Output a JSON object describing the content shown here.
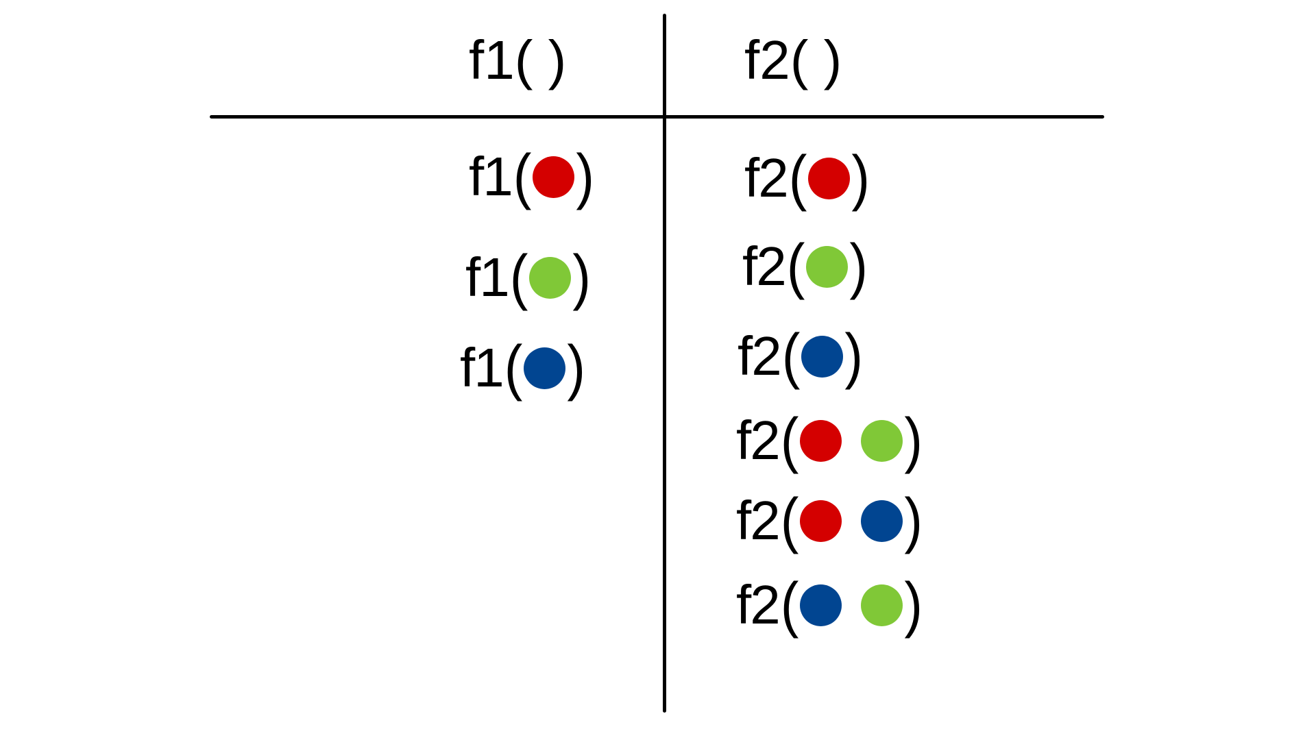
{
  "colors": {
    "red": "#d40000",
    "green": "#80c837",
    "blue": "#014591",
    "line": "#000000"
  },
  "headers": {
    "left": "f1( )",
    "right": "f2( )"
  },
  "left_column": [
    {
      "fn": "f1",
      "dots": [
        "red"
      ]
    },
    {
      "fn": "f1",
      "dots": [
        "green"
      ]
    },
    {
      "fn": "f1",
      "dots": [
        "blue"
      ]
    }
  ],
  "right_column": [
    {
      "fn": "f2",
      "dots": [
        "red"
      ]
    },
    {
      "fn": "f2",
      "dots": [
        "green"
      ]
    },
    {
      "fn": "f2",
      "dots": [
        "blue"
      ]
    },
    {
      "fn": "f2",
      "dots": [
        "red",
        "green"
      ]
    },
    {
      "fn": "f2",
      "dots": [
        "red",
        "blue"
      ]
    },
    {
      "fn": "f2",
      "dots": [
        "blue",
        "green"
      ]
    }
  ],
  "labels": {
    "open_paren": "(",
    "close_paren": ")"
  }
}
